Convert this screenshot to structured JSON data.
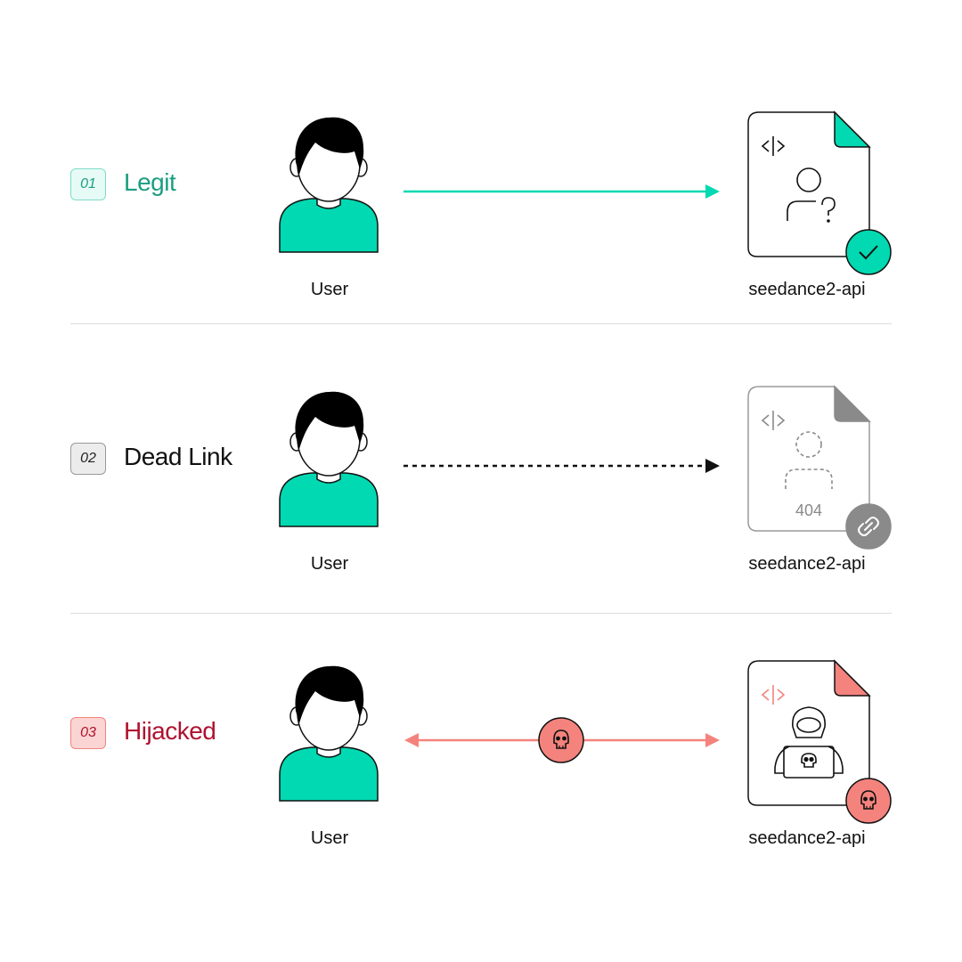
{
  "colors": {
    "legit": "#1a9e80",
    "legit_fill": "#00d9b1",
    "legit_badge_bg": "#e6fbf6",
    "dead": "#111111",
    "dead_gray": "#8a8a8a",
    "dead_badge_bg": "#ececec",
    "hijacked": "#b0122f",
    "hijacked_fill": "#f4837d",
    "hijacked_badge_bg": "#fbd5d3",
    "user_shirt": "#00d9b1",
    "divider": "#dddddd"
  },
  "scenarios": [
    {
      "number": "01",
      "title": "Legit",
      "user_label": "User",
      "package_label": "seedance2-api",
      "connection": "solid-arrow",
      "status_icon": "check-icon",
      "file_icon": "user-question-icon"
    },
    {
      "number": "02",
      "title": "Dead Link",
      "user_label": "User",
      "package_label": "seedance2-api",
      "connection": "dotted-arrow",
      "status_icon": "link-icon",
      "file_icon": "missing-user-icon",
      "file_code": "404"
    },
    {
      "number": "03",
      "title": "Hijacked",
      "user_label": "User",
      "package_label": "seedance2-api",
      "connection": "double-arrow-with-skull",
      "status_icon": "skull-icon",
      "file_icon": "hacker-icon"
    }
  ]
}
